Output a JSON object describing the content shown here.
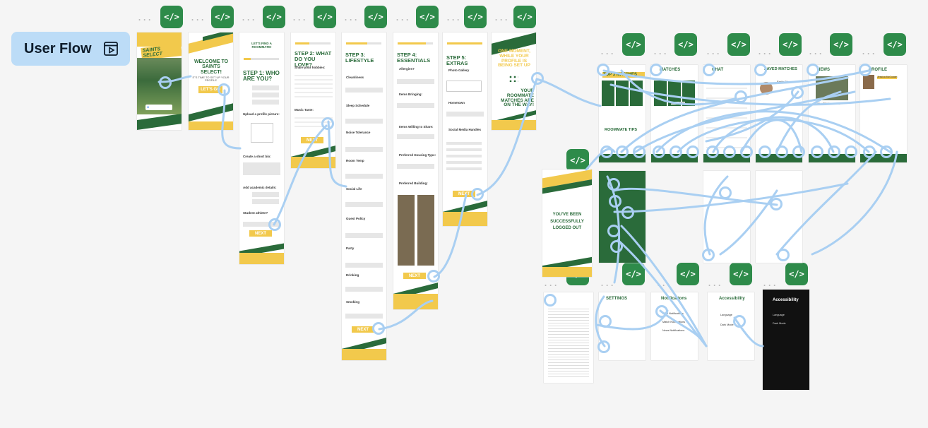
{
  "flow": {
    "title": "User Flow",
    "icon": "play-frame-icon"
  },
  "badge_glyph": "</>",
  "ellipsis": "...",
  "colors": {
    "brand_green": "#2a6b3a",
    "brand_yellow": "#f2c94c",
    "wire": "#a9cff2",
    "badge": "#2e8b4a",
    "label_bg": "#bcdcf7"
  },
  "screens": {
    "splash": {
      "logo": "SAINTS SELECT"
    },
    "welcome": {
      "title": "WELCOME TO SAINTS SELECT!",
      "subtitle": "IT'S TIME TO SET UP YOUR PROFILE",
      "cta": "LET'S GO"
    },
    "step1": {
      "kicker": "LET'S FIND A ROOMMATE!",
      "title": "STEP 1: WHO ARE YOU?",
      "upload": "Upload a profile picture:",
      "bio": "Create a short bio:",
      "academic": "Add academic details:",
      "athlete": "Student athlete?",
      "next": "NEXT"
    },
    "step2": {
      "title": "STEP 2: WHAT DO YOU LOVE?",
      "hobbies": "Share your hobbies:",
      "music": "Music Taste:",
      "next": "NEXT"
    },
    "step3": {
      "title": "STEP 3: LIFESTYLE",
      "sections": [
        "Cleanliness",
        "Sleep Schedule",
        "Noise Tolerance",
        "Room Temp",
        "Social Life",
        "Guest Policy",
        "Party",
        "Drinking",
        "Smoking"
      ],
      "next": "NEXT"
    },
    "step4": {
      "title": "STEP 4: ESSENTIALS",
      "sections": [
        "Allergies?",
        "Items Bringing:",
        "Items Willing to Share:",
        "Preferred Housing Type:",
        "Preferred Building:"
      ],
      "next": "NEXT"
    },
    "step5": {
      "title": "STEP 5: EXTRAS",
      "sections": [
        "Photo Gallery",
        "Hometown",
        "Social Media Handles"
      ],
      "next": "NEXT"
    },
    "setup": {
      "line1": "ONE MOMENT, WHILE YOUR PROFILE IS BEING SET UP",
      "line2": "YOUR ROOMMATE MATCHES ARE ON THE WAY!"
    },
    "home": {
      "title": "TOP 3 MATCHES",
      "tips": "ROOMMATE TIPS"
    },
    "matches": {
      "title": "MATCHES",
      "person": "Emily Chen"
    },
    "chat": {
      "title": "CHAT"
    },
    "saved": {
      "title": "SAVED MATCHES",
      "person": "Emily Chen"
    },
    "news": {
      "title": "NEWS",
      "caption": "HALL RENOVATIONS"
    },
    "profile": {
      "title": "PROFILE",
      "person": "Jessica McGowan"
    },
    "logout": {
      "text": "YOU'VE BEEN SUCCESSFULLY LOGGED OUT"
    },
    "settings": {
      "title": "SETTINGS"
    },
    "notifications": {
      "title": "Notifications",
      "items": [
        "Chat Notifications",
        "Match Notifications",
        "News Notifications"
      ]
    },
    "accessibility": {
      "title": "Accessibility",
      "items": [
        "Language",
        "Dark Mode"
      ]
    },
    "accessibility_dark": {
      "title": "Accessibility",
      "items": [
        "Language",
        "Dark Mode"
      ]
    }
  }
}
